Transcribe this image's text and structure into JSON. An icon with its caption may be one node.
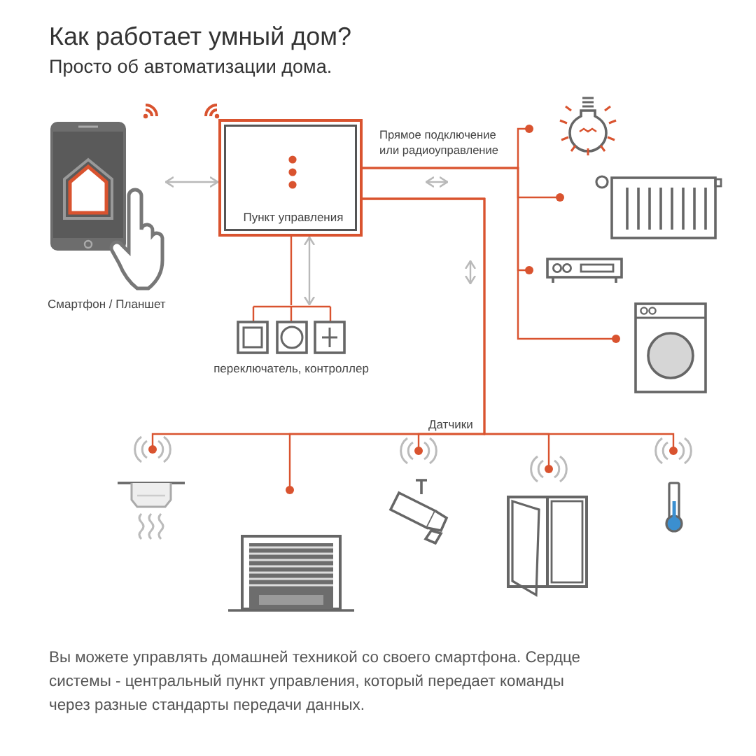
{
  "diagram": {
    "title": "Как работает умный дом?",
    "caption": "Вы можете управлять домашней техникой со своего смартфона. Сердце системы - центральный пункт управления, который передает команды через разные стандарты передачи данных.",
    "nodes": [
      {
        "text": [
          "Смартфон / Планшет"
        ]
      },
      {
        "text": [
          "Пункт управления"
        ]
      },
      {
        "text": [
          "переключатель, контроллер"
        ]
      },
      {
        "text": [],
        "shape": "picture"
      },
      {
        "text": [],
        "shape": "picture"
      },
      {
        "text": [],
        "shape": "picture"
      },
      {
        "text": [],
        "shape": "picture"
      },
      {
        "text": [],
        "shape": "picture"
      },
      {
        "text": [],
        "shape": "picture"
      },
      {
        "text": [],
        "shape": "picture"
      },
      {
        "text": [],
        "shape": "picture"
      },
      {
        "text": [],
        "shape": "picture"
      }
    ],
    "edges": [
      {
        "from": 0,
        "to": 1,
        "arrow": "both",
        "color": "#b9b9b9"
      },
      {
        "from": 1,
        "to": 2,
        "arrow": "none"
      },
      {
        "from": 1,
        "to": 3,
        "arrow": "other"
      },
      {
        "from": 1,
        "to": 4,
        "arrow": "other"
      },
      {
        "from": 1,
        "to": 5,
        "arrow": "other"
      },
      {
        "from": 1,
        "to": 6,
        "arrow": "other"
      },
      {
        "from": 1,
        "to": 7,
        "arrow": "other"
      },
      {
        "from": 1,
        "to": 8,
        "arrow": "other"
      },
      {
        "from": 1,
        "to": 9,
        "arrow": "other"
      },
      {
        "from": 1,
        "to": 10,
        "arrow": "other"
      },
      {
        "from": 1,
        "to": 11,
        "arrow": "other"
      },
      {
        "from": 1,
        "to": 2,
        "arrow": "both",
        "color": "#b9b9b9"
      }
    ],
    "labels": [
      "Просто об автоматизации дома.",
      "Прямое подключение или радиоуправление",
      "Датчики"
    ]
  }
}
